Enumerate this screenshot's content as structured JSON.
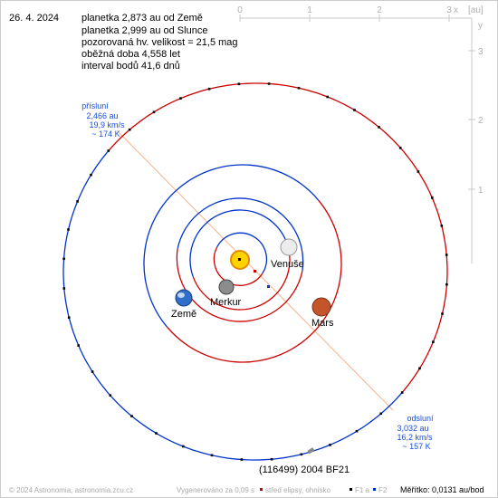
{
  "header": {
    "date": "26. 4. 2024",
    "lines": [
      "planetka 2,873 au od Země",
      "planetka 2,999 au od Slunce",
      "pozorovaná hv. velikost = 21,5 mag",
      "oběžná doba 4,558 let",
      "interval bodů 41,6 dnů"
    ]
  },
  "axes": {
    "x_ticks": [
      "0",
      "1",
      "2",
      "3"
    ],
    "x_name": "x",
    "unit": "[au]",
    "y_ticks": [
      "3",
      "2",
      "1"
    ],
    "y_name": "y"
  },
  "perihelion": {
    "title": "přísluní",
    "lines": [
      "2,466 au",
      "19,9 km/s",
      "~ 174 K"
    ]
  },
  "aphelion": {
    "title": "odsluní",
    "lines": [
      "3,032 au",
      "16,2 km/s",
      "~ 157 K"
    ]
  },
  "planets": {
    "venus": "Venuše",
    "mercury": "Merkur",
    "earth": "Země",
    "mars": "Mars"
  },
  "asteroid_name": "(116499) 2004 BF21",
  "footer": {
    "copyright": "© 2024 Astronomia, astronomia.zcu.cz",
    "generated": "Vygenerováno za 0,09 s",
    "legend_center": "střed elipsy, ohnisko",
    "legend_foci": "F1 a",
    "legend_f2": "F2",
    "scale": "Měřítko: 0,0131 au/bod"
  },
  "colors": {
    "red_orbit": "#cc0000",
    "blue_orbit": "#0033cc",
    "label_blue": "#1a4fd6",
    "apsis_line": "#f5b48a",
    "sun": "#ffd200",
    "footer_gray": "#aaaaaa"
  }
}
